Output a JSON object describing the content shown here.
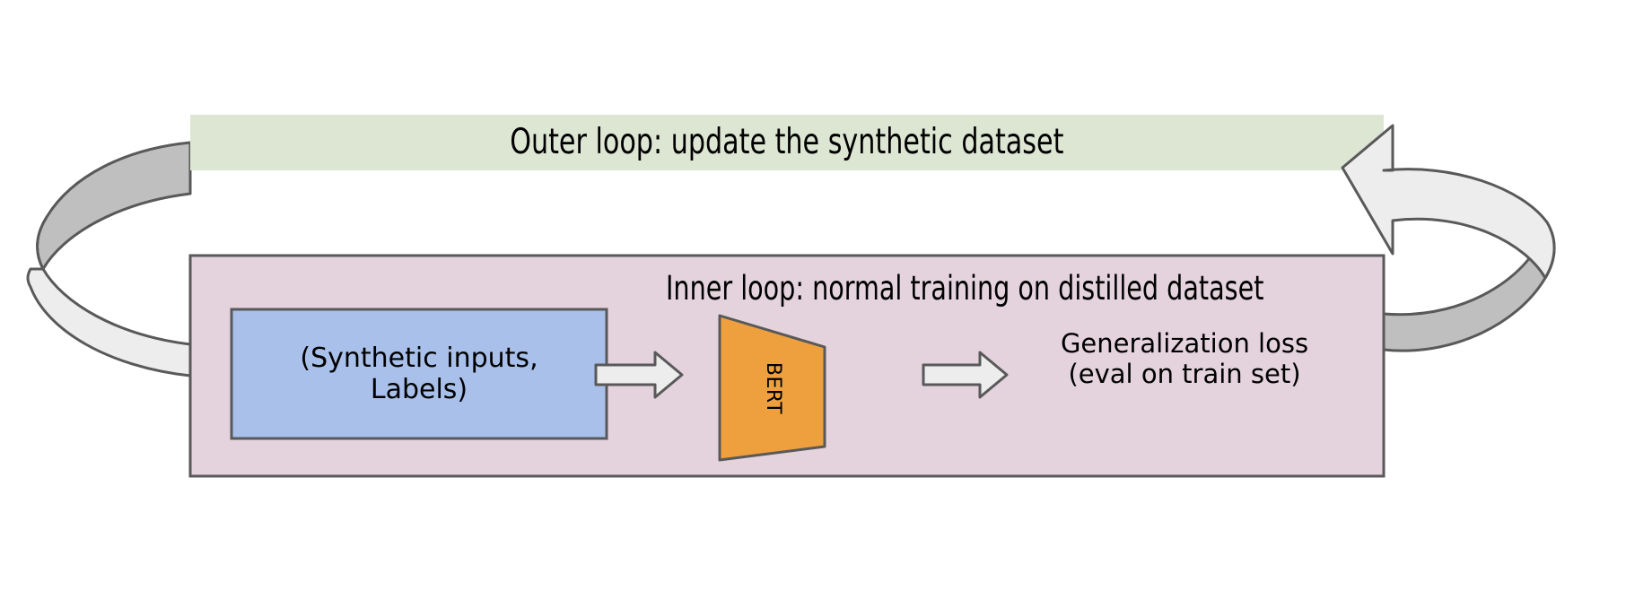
{
  "diagram": {
    "title_outer": "Outer loop: update the synthetic dataset",
    "title_inner": "Inner loop: normal training on distilled dataset",
    "nodes": {
      "synthetic_data": {
        "line1": "(Synthetic inputs,",
        "line2": "Labels)",
        "fill": "#a8c0ea",
        "stroke": "#595959"
      },
      "model": {
        "label": "BERT",
        "fill": "#efa03e",
        "stroke": "#595959"
      },
      "loss": {
        "line1": "Generalization loss",
        "line2": "(eval on train set)"
      }
    },
    "containers": {
      "outer": {
        "fill": "#dde5d3",
        "stroke": "none"
      },
      "inner": {
        "fill": "#e4d3dd",
        "stroke": "#595959"
      }
    },
    "arrows": {
      "data_to_model": "arrow-right-icon",
      "model_to_loss": "arrow-right-icon",
      "loop_left": "circular-arrow-left-icon",
      "loop_right": "circular-arrow-right-icon",
      "fill_light": "#ededed",
      "fill_dark": "#bfbfbf",
      "stroke": "#595959"
    }
  }
}
